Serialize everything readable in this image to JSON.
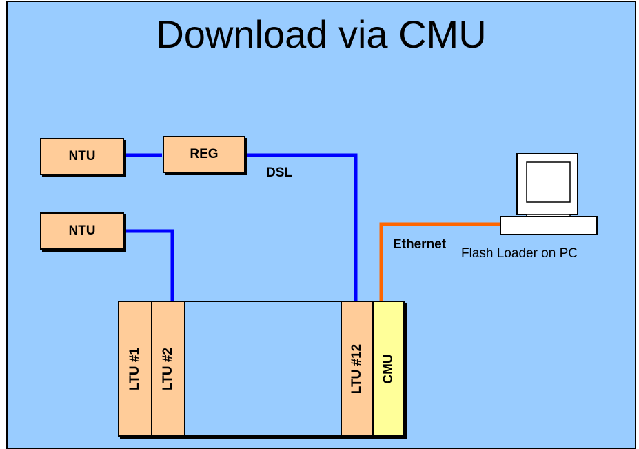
{
  "title": "Download via CMU",
  "nodes": {
    "ntu_top": "NTU",
    "reg": "REG",
    "ntu_bottom": "NTU",
    "ltu1": "LTU #1",
    "ltu2": "LTU #2",
    "ltu12": "LTU #12",
    "cmu": "CMU"
  },
  "labels": {
    "dsl": "DSL",
    "ethernet": "Ethernet",
    "pc": "Flash Loader on PC"
  },
  "colors": {
    "background": "#99ccff",
    "box_fill": "#ffcc99",
    "cmu_fill": "#ffff99",
    "dsl_line": "#0000ff",
    "ethernet_line": "#ff6600"
  }
}
